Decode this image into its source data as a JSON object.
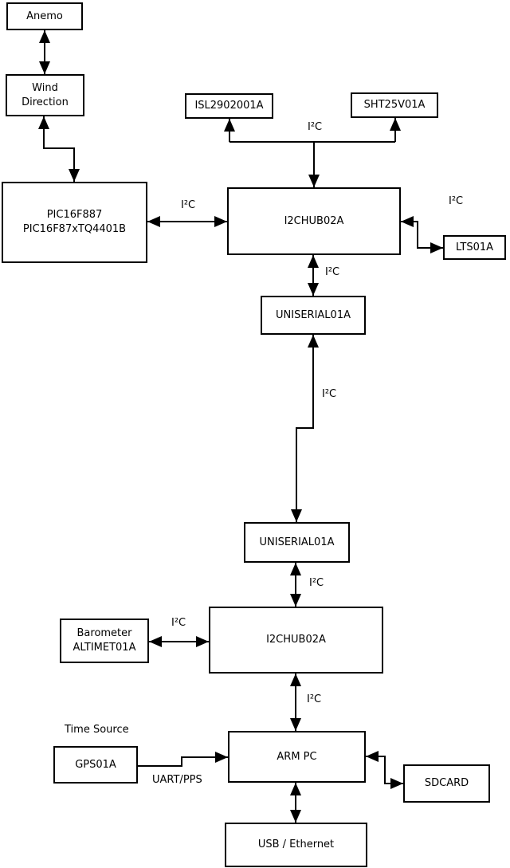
{
  "labels": {
    "i2c": "I²C",
    "time_source": "Time Source",
    "uart_pps": "UART/PPS"
  },
  "nodes": {
    "anemo": {
      "line1": "Anemo"
    },
    "wind_direction": {
      "line1": "Wind",
      "line2": "Direction"
    },
    "pic": {
      "line1": "PIC16F887",
      "line2": "PIC16F87xTQ4401B"
    },
    "isl": {
      "line1": "ISL2902001A"
    },
    "sht": {
      "line1": "SHT25V01A"
    },
    "i2chub_top": {
      "line1": "I2CHUB02A"
    },
    "lts": {
      "line1": "LTS01A"
    },
    "uniserial_top": {
      "line1": "UNISERIAL01A"
    },
    "uniserial_bottom": {
      "line1": "UNISERIAL01A"
    },
    "i2chub_bottom": {
      "line1": "I2CHUB02A"
    },
    "barometer": {
      "line1": "Barometer",
      "line2": "ALTIMET01A"
    },
    "gps": {
      "line1": "GPS01A"
    },
    "arm_pc": {
      "line1": "ARM PC"
    },
    "sdcard": {
      "line1": "SDCARD"
    },
    "usb_ethernet": {
      "line1": "USB / Ethernet"
    }
  },
  "colors": {
    "stroke": "#000000",
    "background": "#ffffff",
    "text": "#000000"
  }
}
